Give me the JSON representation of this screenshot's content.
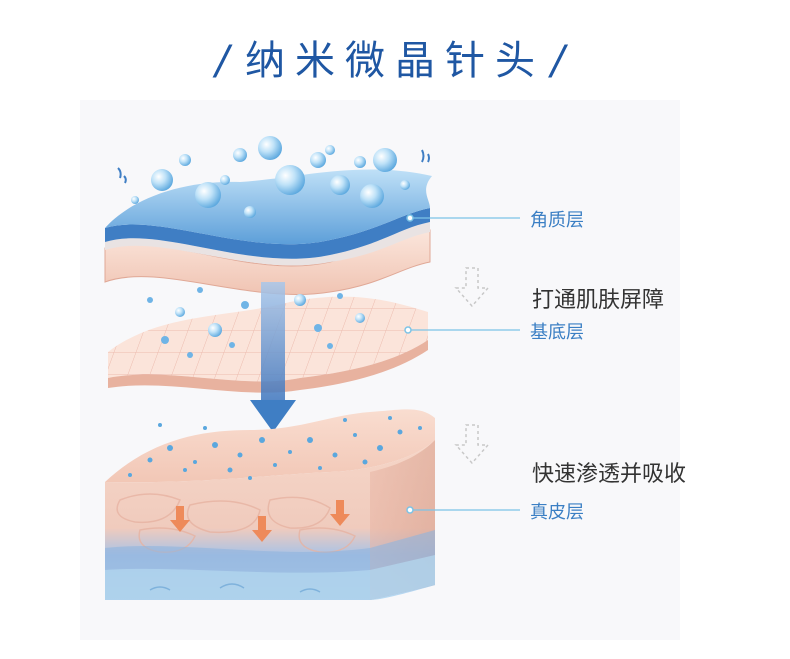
{
  "title": "纳米微晶针头",
  "title_slash_left": "/",
  "title_slash_right": "/",
  "layers": {
    "stratum_corneum": "角质层",
    "basal": "基底层",
    "dermis": "真皮层"
  },
  "steps": {
    "open_barrier": "打通肌肤屏障",
    "absorb": "快速渗透并吸收"
  },
  "colors": {
    "title": "#1f57a3",
    "label_blue": "#3b7fc4",
    "connector": "#7cc3e6",
    "arrow_blue": "#3f7ec4",
    "skin_pink": "#f4cfc0",
    "deep_blue": "#6e9ed0"
  }
}
